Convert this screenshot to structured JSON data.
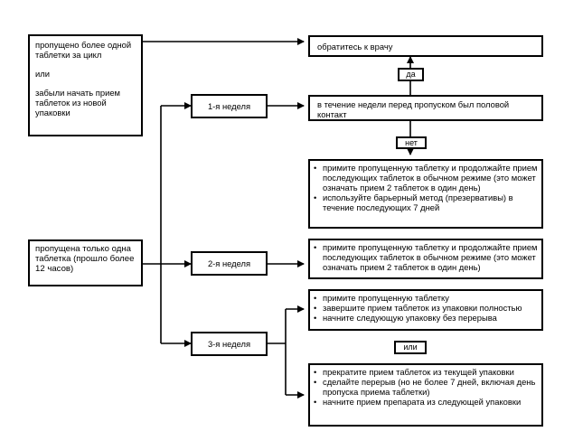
{
  "missed_more": {
    "line1": "пропущено более одной таблетки  за цикл",
    "line2": "или",
    "line3": "забыли начать прием таблеток из новой упаковки"
  },
  "missed_one": "пропущена только одна таблетка (прошло более 12 часов)",
  "see_doctor": "обратитесь к врачу",
  "yes_label": "да",
  "no_label": "нет",
  "or_label": "или",
  "week1": {
    "label": "1-я неделя",
    "question": "в течение недели перед пропуском был половой контакт",
    "no_actions": [
      "примите пропущенную таблетку и продолжайте прием последующих таблеток в обычном режиме (это может означать прием 2 таблеток в один день)",
      "используйте барьерный метод (презервативы) в течение последующих 7 дней"
    ]
  },
  "week2": {
    "label": "2-я неделя",
    "actions": [
      "примите пропущенную таблетку и продолжайте прием последующих таблеток в обычном режиме (это может означать прием 2 таблеток в один день)"
    ]
  },
  "week3": {
    "label": "3-я неделя",
    "option_a": [
      "примите пропущенную таблетку",
      "завершите прием таблеток из упаковки полностью",
      "начните следующую упаковку без перерыва"
    ],
    "option_b": [
      "прекратите прием таблеток из текущей упаковки",
      "сделайте перерыв (но не более 7 дней, включая день пропуска приема таблетки)",
      "начните прием препарата из следующей упаковки"
    ]
  }
}
